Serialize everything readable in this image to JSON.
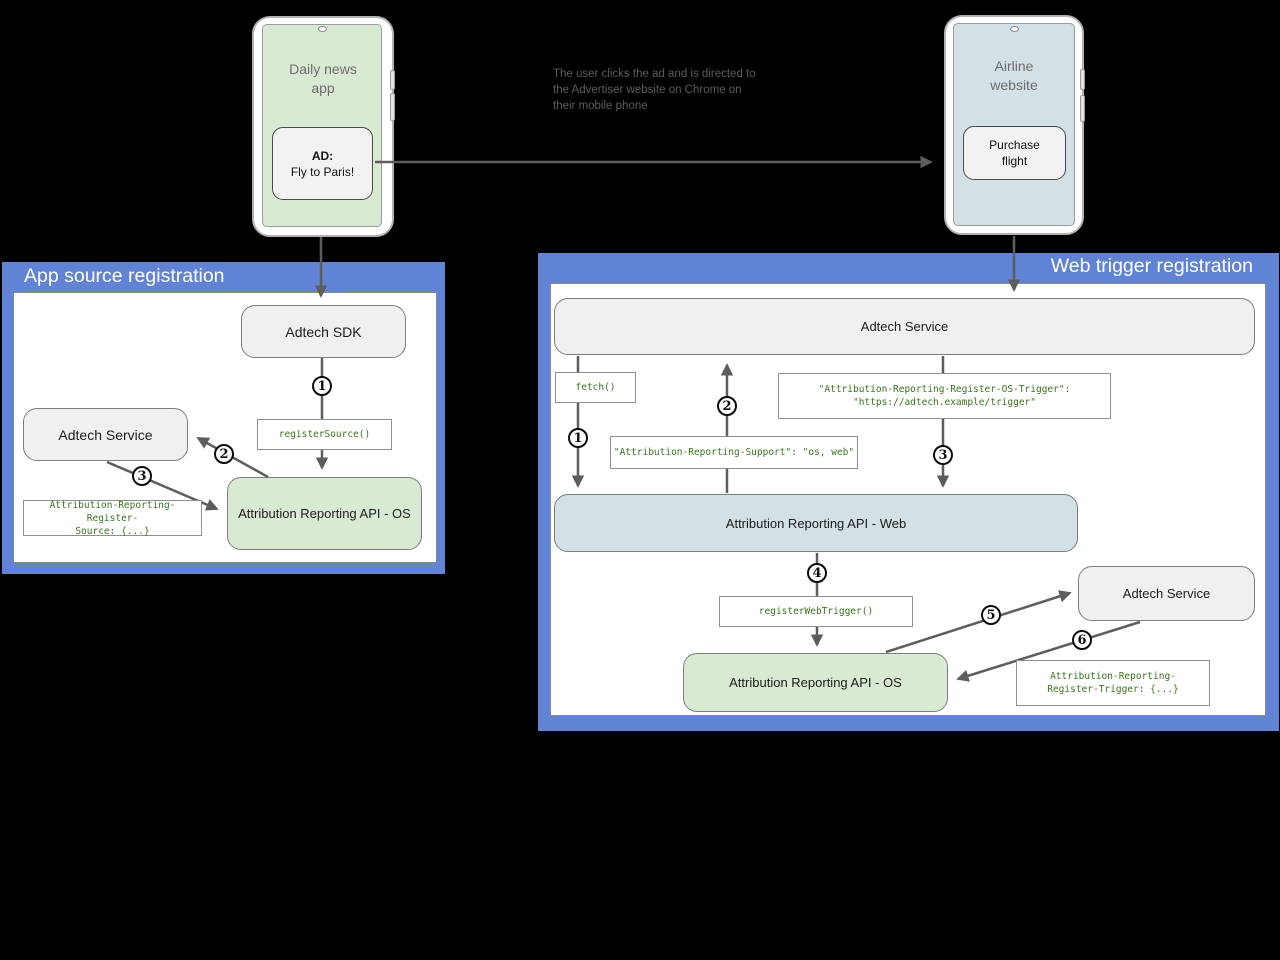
{
  "colors": {
    "background": "#000000",
    "panel_blue": "#6183d5",
    "node_gray": "#f0f0f0",
    "node_green": "#d9ead3",
    "node_blue": "#d2e1e5",
    "code_text_green": "#38761d",
    "arrow_gray": "#5d5d5d"
  },
  "phones": {
    "daily_news": {
      "title": "Daily news\napp",
      "ad_title": "AD:",
      "ad_text": "Fly to Paris!"
    },
    "airline": {
      "title": "Airline\nwebsite",
      "button": "Purchase\nflight"
    }
  },
  "caption": "The user clicks the ad and is directed to\nthe Advertiser website on Chrome on\ntheir mobile phone",
  "panels": {
    "app_source": {
      "title": "App source registration",
      "adtech_sdk": "Adtech SDK",
      "adtech_service": "Adtech Service",
      "api_os": "Attribution Reporting API - OS",
      "register_source": "registerSource()",
      "register_source_header": "Attribution-Reporting-Register-\nSource: {...}",
      "steps": [
        "1",
        "2",
        "3"
      ]
    },
    "web_trigger": {
      "title": "Web trigger registration",
      "adtech_service_top": "Adtech Service",
      "fetch": "fetch()",
      "os_trigger_header": "\"Attribution-Reporting-Register-OS-Trigger\":\n\"https://adtech.example/trigger\"",
      "support_header": "\"Attribution-Reporting-Support\": \"os, web\"",
      "api_web": "Attribution Reporting API - Web",
      "register_web_trigger": "registerWebTrigger()",
      "adtech_service_right": "Adtech Service",
      "api_os": "Attribution Reporting API - OS",
      "register_trigger_header": "Attribution-Reporting-\nRegister-Trigger: {...}",
      "steps": [
        "1",
        "2",
        "3",
        "4",
        "5",
        "6"
      ]
    }
  }
}
